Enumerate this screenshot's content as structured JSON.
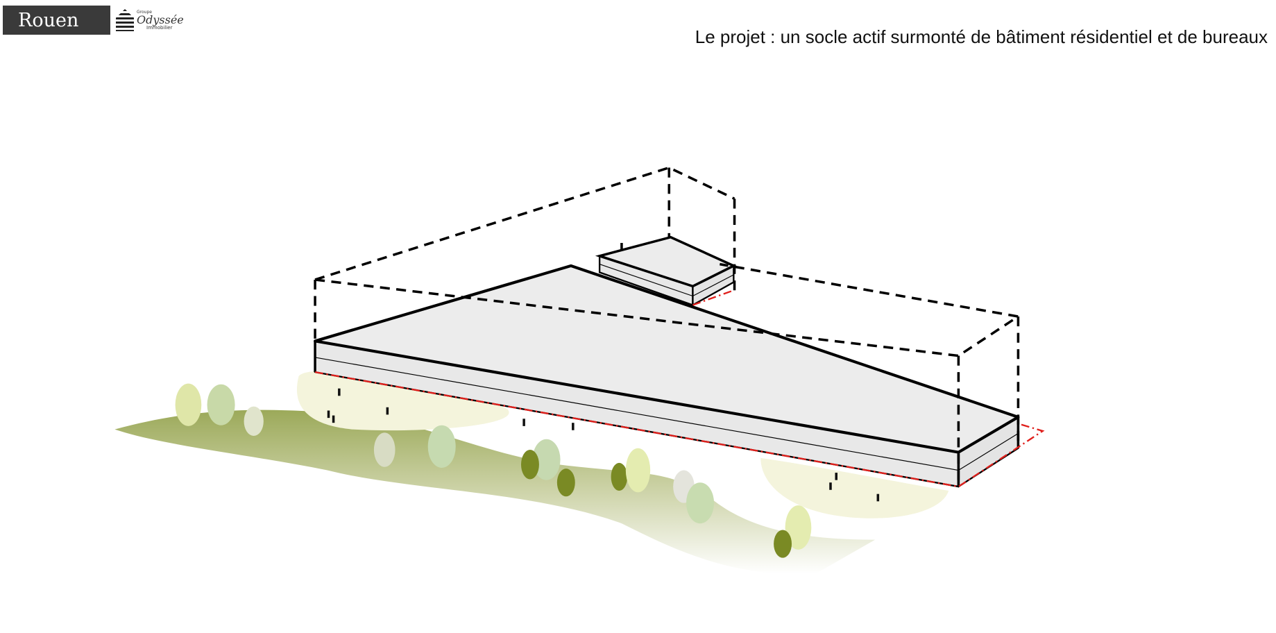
{
  "header": {
    "logo_rouen": "Rouen",
    "logo_odyssee_group": "Groupe",
    "logo_odyssee_name": "Odyssée",
    "logo_odyssee_sub": "Immobilier",
    "title": "Le projet : un socle actif surmonté de bâtiment résidentiel et de bureaux"
  },
  "colors": {
    "slab_fill": "#ececec",
    "outline": "#000000",
    "property_line": "#e0201c",
    "ground_green": "#8a9a3c",
    "ground_light": "#f4f4dc"
  }
}
